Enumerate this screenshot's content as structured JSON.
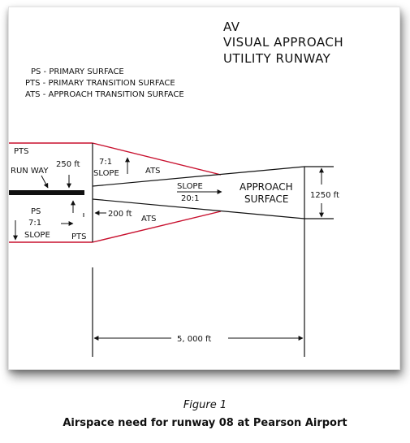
{
  "title": {
    "line1": "AV",
    "line2": "VISUAL APPROACH",
    "line3": "UTILITY RUNWAY"
  },
  "legend": [
    "PS - PRIMARY SURFACE",
    "PTS - PRIMARY TRANSITION SURFACE",
    "ATS - APPROACH TRANSITION SURFACE"
  ],
  "labels": {
    "pts_top": "PTS",
    "runway": "RUN WAY",
    "dim_250": "250 ft",
    "slope_ratio_top": "7:1",
    "slope_word_top": "SLOPE",
    "ats_top": "ATS",
    "slope_center": "SLOPE",
    "slope_center_ratio": "20:1",
    "approach_line1": "APPROACH",
    "approach_line2": "SURFACE",
    "dim_1250": "1250 ft",
    "ps": "PS",
    "slope_ratio_bottom": "7:1",
    "slope_word_bottom": "SLOPE",
    "dim_200": "200 ft",
    "ats_bottom": "ATS",
    "pts_bottom": "PTS",
    "dim_5000": "5, 000 ft"
  },
  "caption": {
    "figure": "Figure 1",
    "text": "Airspace need for runway 08 at Pearson Airport"
  },
  "colors": {
    "red_boundary": "#c8102e",
    "ink": "#111111"
  }
}
